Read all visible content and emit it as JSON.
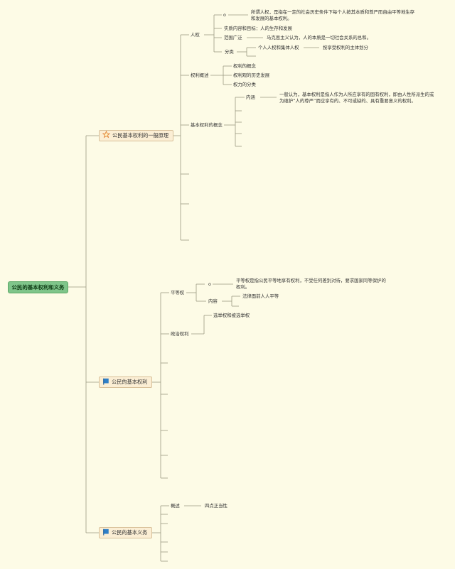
{
  "root": "公民的基本权利和义务",
  "branch1": {
    "label": "公民基本权利的一般原理",
    "human_rights": {
      "label": "人权",
      "circle": "o",
      "definition": "所谓人权，是指在一定的社会历史条件下每个人按其本质和尊严而自由平等地生存和发展的基本权利。",
      "content_label": "实质内容和目标：人的生存和发展",
      "scope_label": "范围广泛",
      "scope_text": "马克思主义认为，人的本质是一切社会关系的总和。",
      "class_label": "分类",
      "class_item": "个人人权和集体人权",
      "class_note": "按享受权利的主体划分"
    },
    "rights_overview": {
      "label": "权利概述",
      "items": [
        "权利的概念",
        "权利观的历史发展",
        "权力的分类"
      ]
    },
    "basic_rights_concept": {
      "label": "基本权利的概念",
      "connotation_label": "内涵",
      "connotation_text": "一般认为，基本权利是指人作为人所应享有的固有权利，即由人性所派生的或为维护“人的尊严”而应享有的、不可或缺的、具有重要意义的权利。"
    }
  },
  "branch2": {
    "label": "公民的基本权利",
    "equality": {
      "label": "平等权",
      "circle": "o",
      "text": "平等权是指公民平等地享有权利，不受任何差别对待，要求国家同等保护的权利。",
      "content_label": "内容",
      "content_item": "法律面前人人平等"
    },
    "political": {
      "label": "政治权利",
      "item": "选举权和被选举权"
    }
  },
  "branch3": {
    "label": "公民的基本义务",
    "overview_label": "概述",
    "overview_item": "四点正当性"
  },
  "colors": {
    "root_fill": "#7fc58a",
    "branch_fill": "#fbeed4",
    "line": "#9a9a82",
    "background": "#fdfbe6",
    "flag": "#2f7fc7",
    "star": "#e07a2a"
  }
}
